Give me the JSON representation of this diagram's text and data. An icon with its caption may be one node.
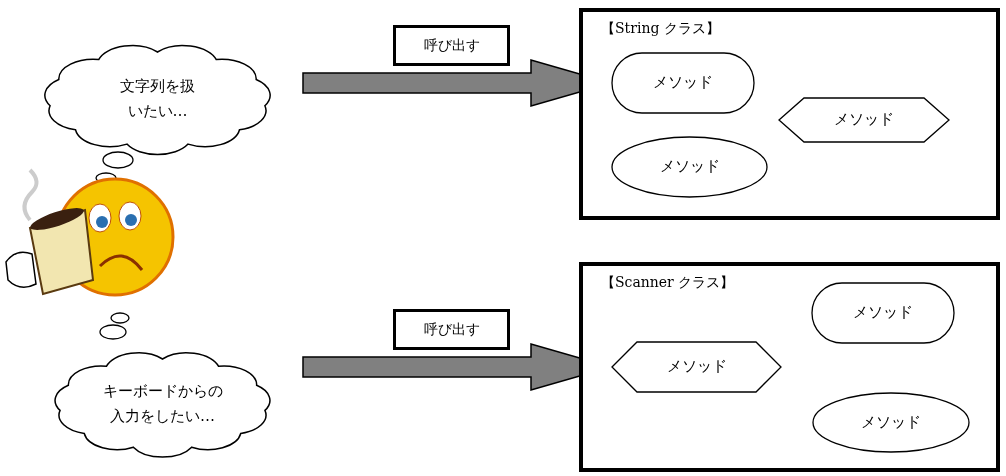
{
  "diagram": {
    "nodes": [
      {
        "text": [
          "文字列を扱いたい…"
        ]
      },
      {
        "text": [
          "キーボードからの入力をしたい…"
        ]
      },
      {
        "text": [
          "【String クラス】"
        ]
      },
      {
        "text": [
          "メソッド"
        ],
        "in": 2
      },
      {
        "text": [
          "メソッド"
        ],
        "in": 2
      },
      {
        "text": [
          "メソッド"
        ],
        "in": 2
      },
      {
        "text": [
          "【Scanner クラス】"
        ]
      },
      {
        "text": [
          "メソッド"
        ],
        "in": 6
      },
      {
        "text": [
          "メソッド"
        ],
        "in": 6
      },
      {
        "text": [
          "メソッド"
        ],
        "in": 6
      }
    ],
    "edges": [
      {
        "from": 0,
        "to": 3,
        "arrow": "to",
        "label": "呼び出す"
      },
      {
        "from": 1,
        "to": 8,
        "arrow": "to",
        "label": "呼び出す"
      }
    ]
  }
}
